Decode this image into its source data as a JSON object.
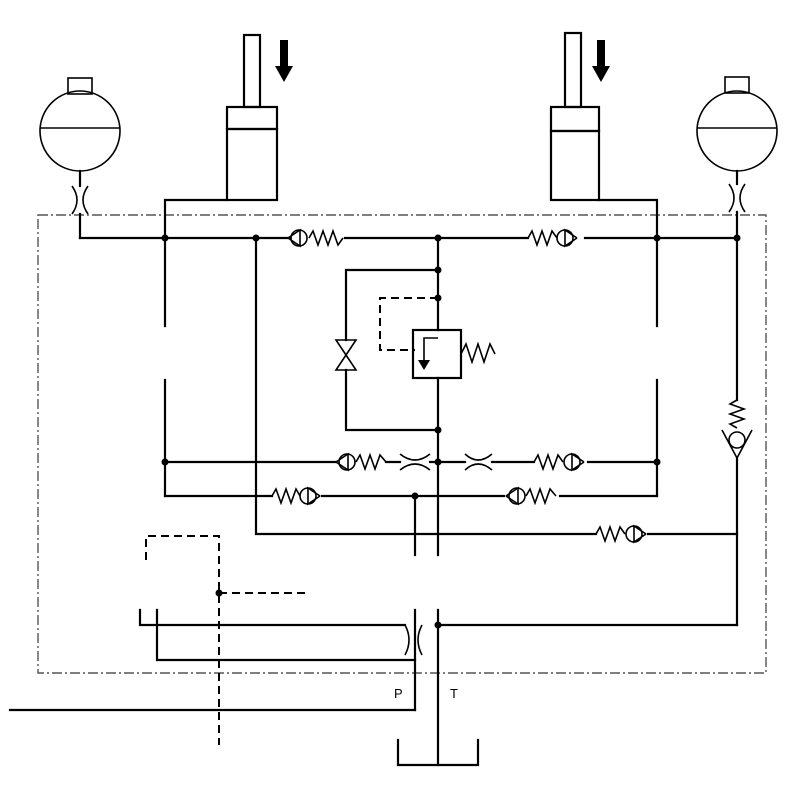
{
  "ports": {
    "pressure": "P",
    "tank": "T"
  },
  "components": {
    "accumulators": [
      "accumulator-left",
      "accumulator-right"
    ],
    "cylinders": [
      "cylinder-left",
      "cylinder-right"
    ],
    "load_arrows": [
      "load-arrow-down",
      "load-arrow-down"
    ],
    "relief_valve": "pressure-relief-valve",
    "shutoff_valve": "shutoff-valve",
    "orifices": 5,
    "check_valves": 8,
    "tank": "tank-reservoir"
  },
  "colors": {
    "line": "#000000",
    "boundary": "#555555",
    "background": "#ffffff"
  }
}
